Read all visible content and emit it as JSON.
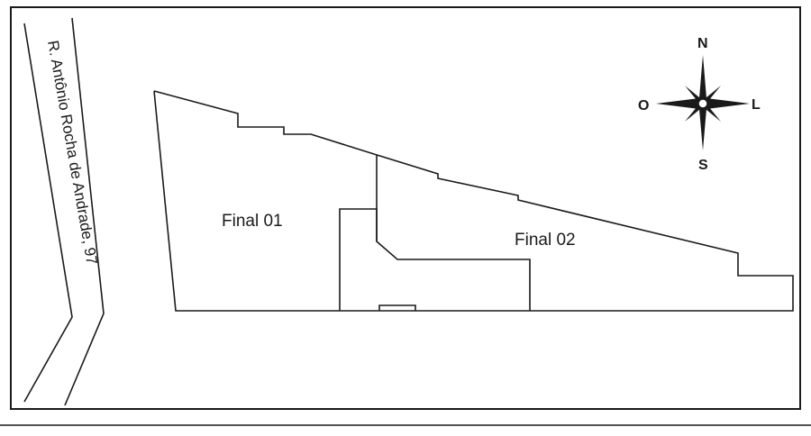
{
  "street": {
    "name": "R. Antônio Rocha de Andrade, 97"
  },
  "lots": [
    {
      "label": "Final 01"
    },
    {
      "label": "Final 02"
    }
  ],
  "compass": {
    "north": "N",
    "south": "S",
    "east": "L",
    "west": "O"
  },
  "colors": {
    "line": "#1a1a1a",
    "background": "#ffffff"
  }
}
